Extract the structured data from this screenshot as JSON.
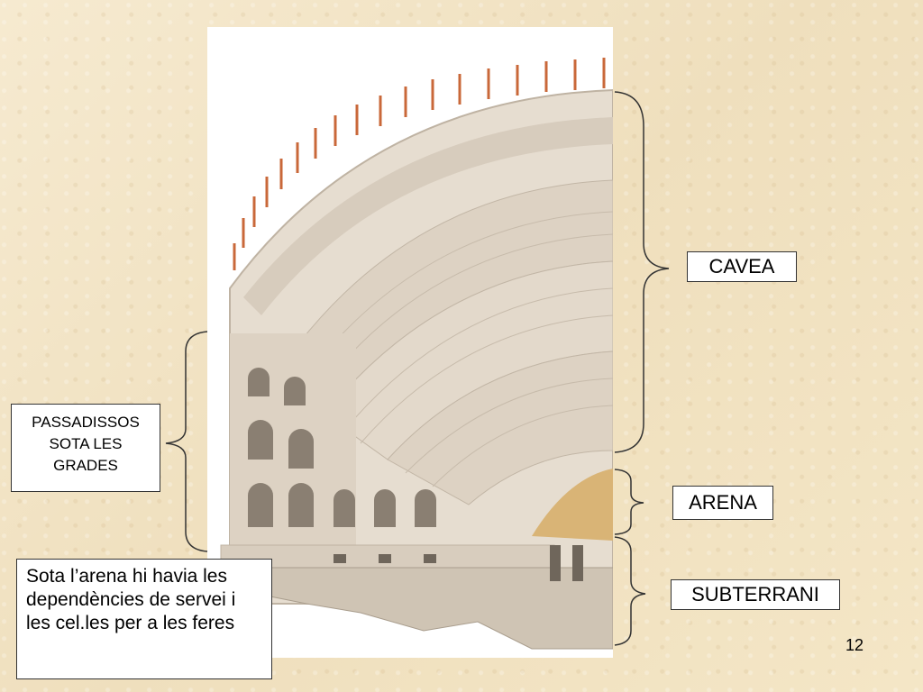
{
  "labels": {
    "cavea": "CAVEA",
    "arena": "ARENA",
    "subterrani": "SUBTERRANI",
    "passadissos": "PASSADISSOS\nSOTA LES\nGRADES"
  },
  "note": "Sota l’arena hi havia les dependències de servei i les cel.les per a les feres",
  "page_number": "12",
  "colors": {
    "background": "#f3e6c8",
    "stone": "#e6ddd0",
    "stone_dark": "#bfb3a3",
    "arena_sand": "#d9b476",
    "poles": "#c9683a",
    "brace": "#333333"
  }
}
